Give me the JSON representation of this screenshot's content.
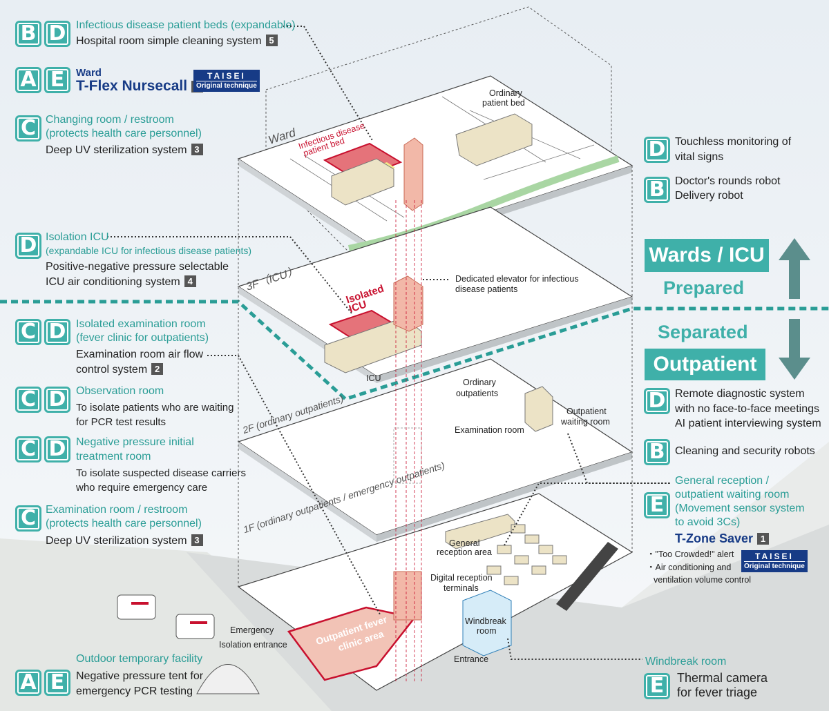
{
  "left_items": {
    "beds": {
      "icons": [
        "B",
        "D"
      ],
      "title": "Infectious disease patient beds (expandable)",
      "desc": "Hospital room simple cleaning system",
      "num": "5"
    },
    "nursecall": {
      "icons": [
        "A",
        "E"
      ],
      "label_small": "Ward",
      "product": "T-Flex Nursecall",
      "num": "6",
      "badge_top": "TAISEI",
      "badge_bottom": "Original technique"
    },
    "changing": {
      "icons": [
        "C"
      ],
      "title1": "Changing room / restroom",
      "title2": "(protects health care personnel)",
      "desc": "Deep UV sterilization system",
      "num": "3"
    },
    "isolation_icu": {
      "icons": [
        "D"
      ],
      "title1": "Isolation ICU",
      "title2": "(expandable ICU for infectious disease patients)",
      "desc1": "Positive-negative pressure selectable",
      "desc2": "ICU air conditioning system",
      "num": "4"
    },
    "isolated_exam": {
      "icons": [
        "C",
        "D"
      ],
      "title1": "Isolated examination room",
      "title2": "(fever clinic for outpatients)",
      "desc1": "Examination room air flow",
      "desc2": "control system",
      "num": "2"
    },
    "observation": {
      "icons": [
        "C",
        "D"
      ],
      "title": "Observation room",
      "desc1": "To isolate patients who are waiting",
      "desc2": "for PCR test results"
    },
    "negative": {
      "icons": [
        "C",
        "D"
      ],
      "title1": "Negative pressure initial",
      "title2": "treatment room",
      "desc1": "To isolate suspected disease carriers",
      "desc2": "who require emergency care"
    },
    "exam_restroom": {
      "icons": [
        "C"
      ],
      "title1": "Examination room / restroom",
      "title2": "(protects health care personnel)",
      "desc": "Deep UV sterilization system",
      "num": "3"
    },
    "outdoor": {
      "icons": [
        "A",
        "E"
      ],
      "title": "Outdoor temporary facility",
      "desc1": "Negative pressure tent for",
      "desc2": "emergency PCR testing"
    }
  },
  "right_items": {
    "touchless": {
      "icon": "D",
      "line1": "Touchless monitoring of",
      "line2": "vital signs"
    },
    "robots": {
      "icon": "B",
      "line1": "Doctor's rounds robot",
      "line2": "Delivery robot"
    },
    "wards_icu": "Wards / ICU",
    "prepared": "Prepared",
    "separated": "Separated",
    "outpatient": "Outpatient",
    "remote": {
      "icon": "D",
      "line1": "Remote diagnostic system",
      "line2": "with no face-to-face meetings",
      "line3": "AI patient interviewing system"
    },
    "cleaning": {
      "icon": "B",
      "line1": "Cleaning and security robots"
    },
    "reception": {
      "icon": "E",
      "title1": "General reception /",
      "title2": "outpatient waiting room",
      "title3": "(Movement sensor system",
      "title4": "to avoid 3Cs)",
      "product": "T-Zone Saver",
      "num": "1",
      "bullet1": "\"Too Crowded!\" alert",
      "bullet2": "Air conditioning and",
      "bullet3": "ventilation volume control",
      "badge_top": "TAISEI",
      "badge_bottom": "Original technique"
    },
    "windbreak": {
      "icon": "E",
      "title": "Windbreak room",
      "line1": "Thermal camera",
      "line2": "for fever triage"
    }
  },
  "building": {
    "ward": "Ward",
    "infectious_bed1": "Infectious disease",
    "infectious_bed2": "patient bed",
    "ordinary_bed1": "Ordinary",
    "ordinary_bed2": "patient bed",
    "floor3": "3F（ICU）",
    "isolated_icu1": "Isolated",
    "isolated_icu2": "ICU",
    "icu": "ICU",
    "elevator1": "Dedicated elevator for infectious",
    "elevator2": "disease patients",
    "floor2": "2F (ordinary outpatients)",
    "ordinary_out1": "Ordinary",
    "ordinary_out2": "outpatients",
    "exam_room": "Examination room",
    "waiting1": "Outpatient",
    "waiting2": "waiting room",
    "floor1": "1F (ordinary outpatients / emergency outpatients)",
    "general1": "General",
    "general2": "reception area",
    "digital1": "Digital reception",
    "digital2": "terminals",
    "windbreak1": "Windbreak",
    "windbreak2": "room",
    "fever1": "Outpatient fever",
    "fever2": "clinic area",
    "emergency": "Emergency",
    "isolation_entrance": "Isolation entrance",
    "entrance": "Entrance"
  },
  "colors": {
    "teal": "#3fb0a9",
    "navy": "#173b86",
    "red": "#c8102e",
    "pink": "#f3c3b5"
  }
}
